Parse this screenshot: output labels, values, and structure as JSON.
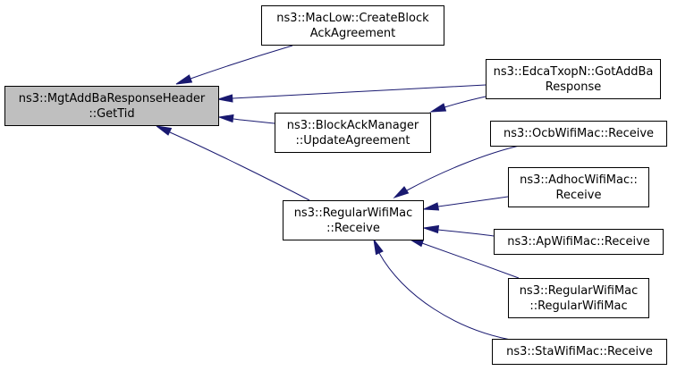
{
  "diagram": {
    "colors": {
      "edge": "#191970",
      "root_fill": "#bfbfbf",
      "node_fill": "#ffffff",
      "node_border": "#000000"
    },
    "nodes": {
      "root": {
        "line1": "ns3::MgtAddBaResponseHeader",
        "line2": "::GetTid"
      },
      "maclow": {
        "line1": "ns3::MacLow::CreateBlock",
        "line2": "AckAgreement"
      },
      "edca": {
        "line1": "ns3::EdcaTxopN::GotAddBa",
        "line2": "Response"
      },
      "bam": {
        "line1": "ns3::BlockAckManager",
        "line2": "::UpdateAgreement"
      },
      "rwm": {
        "line1": "ns3::RegularWifiMac",
        "line2": "::Receive"
      },
      "ocb": {
        "line1": "ns3::OcbWifiMac::Receive"
      },
      "adhoc": {
        "line1": "ns3::AdhocWifiMac::",
        "line2": "Receive"
      },
      "ap": {
        "line1": "ns3::ApWifiMac::Receive"
      },
      "rwmctor": {
        "line1": "ns3::RegularWifiMac",
        "line2": "::RegularWifiMac"
      },
      "sta": {
        "line1": "ns3::StaWifiMac::Receive"
      }
    }
  }
}
